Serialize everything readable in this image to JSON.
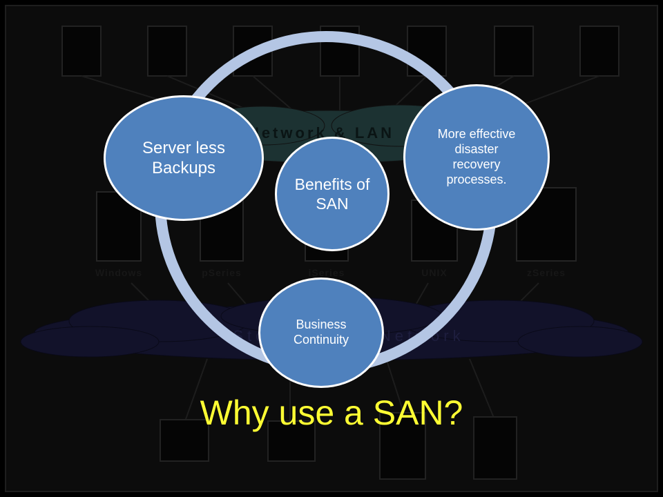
{
  "slide": {
    "title": "Why use a SAN?",
    "colors": {
      "background": "#000000",
      "ring": "#b4c6e4",
      "node_fill": "#4f81bd",
      "node_border": "#ffffff",
      "node_text": "#ffffff",
      "title_text": "#ffff33"
    }
  },
  "background_diagram": {
    "network_cloud_label": "Network & LAN",
    "storage_cloud_label": "Storage Area Network",
    "server_labels": [
      "Windows",
      "pSeries",
      "iSeries",
      "UNIX",
      "zSeries"
    ]
  },
  "diagram": {
    "center": {
      "text": "Benefits of SAN"
    },
    "nodes": [
      {
        "text": "Server less Backups"
      },
      {
        "text": "More effective disaster recovery processes."
      },
      {
        "text": "Business Continuity"
      }
    ]
  }
}
